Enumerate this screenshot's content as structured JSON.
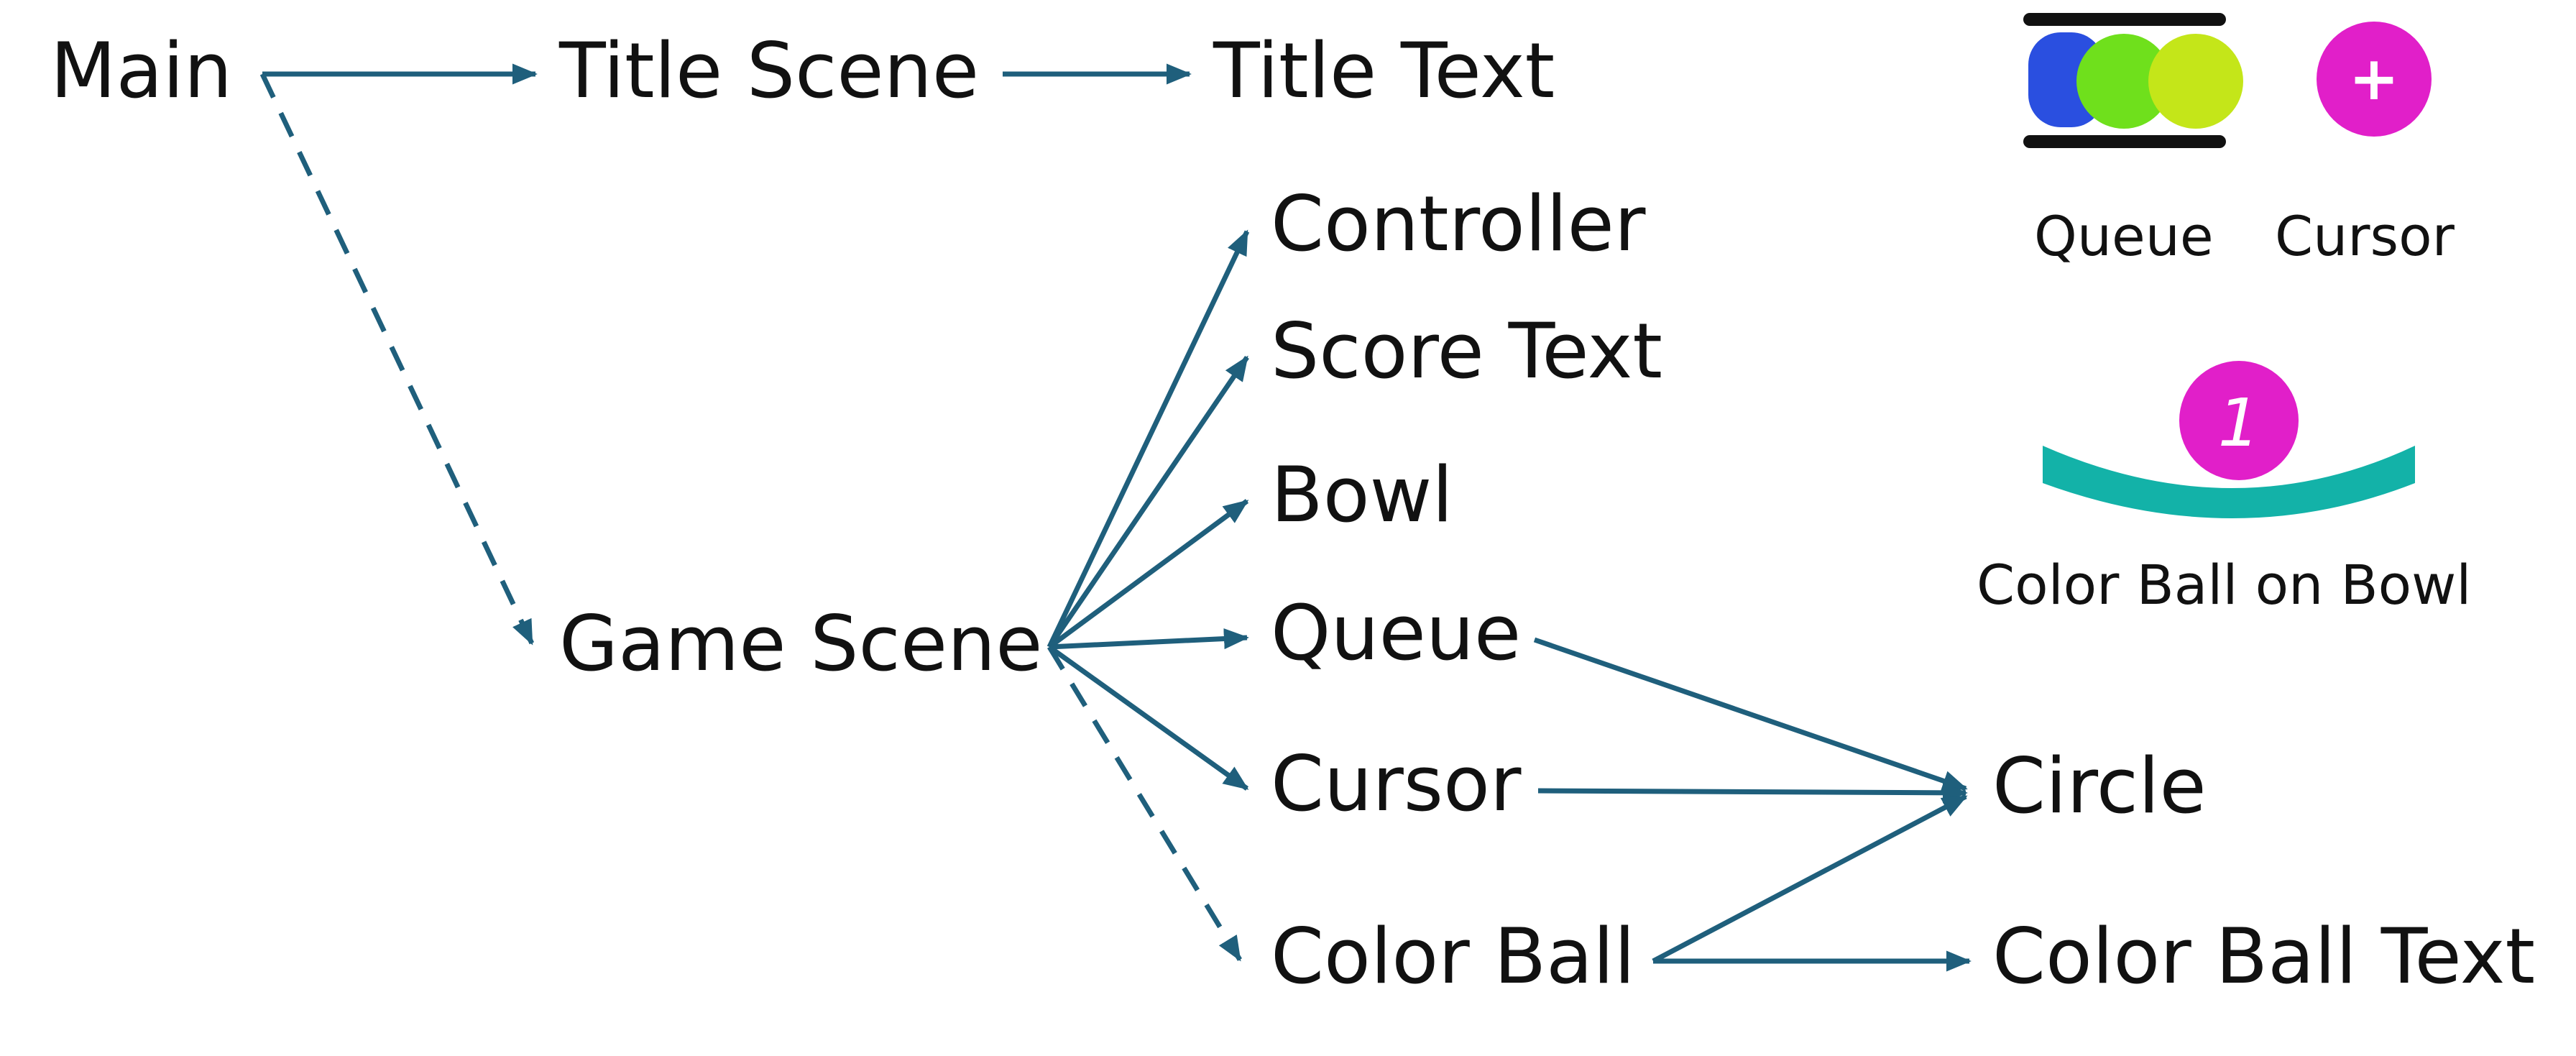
{
  "colors": {
    "edge": "#1f5f7c",
    "text": "#111111",
    "ball_blue": "#2a4fe0",
    "ball_green": "#6fe01c",
    "ball_yellowgreen": "#c4e619",
    "cursor_magenta": "#e11fc9",
    "bowl_teal": "#13b2a8",
    "queue_border": "#111111",
    "symbol_white": "#ffffff"
  },
  "nodes": {
    "main": "Main",
    "title_scene": "Title Scene",
    "title_text": "Title Text",
    "controller": "Controller",
    "score_text": "Score Text",
    "bowl": "Bowl",
    "game_scene": "Game Scene",
    "queue": "Queue",
    "cursor": "Cursor",
    "color_ball": "Color Ball",
    "circle": "Circle",
    "color_ball_text": "Color Ball Text"
  },
  "edges": [
    {
      "from": "main",
      "to": "title_scene",
      "style": "solid"
    },
    {
      "from": "title_scene",
      "to": "title_text",
      "style": "solid"
    },
    {
      "from": "main",
      "to": "game_scene",
      "style": "dashed"
    },
    {
      "from": "game_scene",
      "to": "controller",
      "style": "solid"
    },
    {
      "from": "game_scene",
      "to": "score_text",
      "style": "solid"
    },
    {
      "from": "game_scene",
      "to": "bowl",
      "style": "solid"
    },
    {
      "from": "game_scene",
      "to": "queue",
      "style": "solid"
    },
    {
      "from": "game_scene",
      "to": "cursor",
      "style": "solid"
    },
    {
      "from": "game_scene",
      "to": "color_ball",
      "style": "dashed"
    },
    {
      "from": "queue",
      "to": "circle",
      "style": "solid"
    },
    {
      "from": "cursor",
      "to": "circle",
      "style": "solid"
    },
    {
      "from": "color_ball",
      "to": "circle",
      "style": "solid"
    },
    {
      "from": "color_ball",
      "to": "color_ball_text",
      "style": "solid"
    }
  ],
  "legend": {
    "queue_caption": "Queue",
    "cursor_caption": "Cursor",
    "bowl_caption": "Color Ball on Bowl",
    "ball_number": "1",
    "cursor_symbol": "+"
  }
}
